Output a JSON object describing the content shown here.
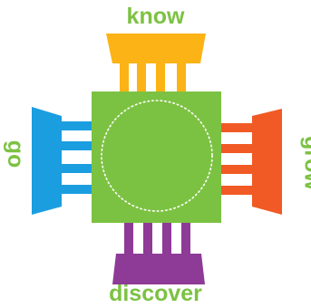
{
  "labels": {
    "top": "know",
    "right": "grow",
    "bottom": "discover",
    "left": "go"
  },
  "colors": {
    "center": "#7cc242",
    "top": "#fcb315",
    "right": "#f15a24",
    "bottom": "#8e3a97",
    "left": "#1b9ee0",
    "label": "#7cc242",
    "dotted_circle": "#ffffff"
  }
}
